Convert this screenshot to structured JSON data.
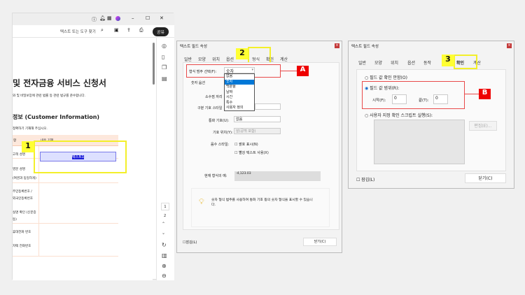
{
  "app": {
    "search_placeholder": "텍스트 또는 도구 찾기",
    "share_label": "공유",
    "doc_title": "및 전자금융 서비스 신청서",
    "doc_subtitle": "와 및 비밀보장에 관련 법률 등 관련 법규를 준수합니다.",
    "section_title": "정보 (Customer Information)",
    "section_desc": "정확하기 기재해 주십시오.",
    "table_header": [
      "항",
      "내용 기재"
    ],
    "rows": [
      "고객 성명",
      "영문 성명",
      "(여권과 동일하게)",
      "주민등록번호 /",
      "외국인등록번호",
      "실명 확인 (신분증",
      "등)",
      "휴대전화 번호",
      "자택 전화번호"
    ],
    "field_label": "텍스트1",
    "pages": [
      "1",
      "2"
    ]
  },
  "badges": {
    "one": "1",
    "two": "2",
    "three": "3",
    "a": "A",
    "b": "B"
  },
  "dialog_format": {
    "title": "텍스트 필드 속성",
    "tabs": [
      "일반",
      "모양",
      "위치",
      "옵션",
      "형식",
      "확인",
      "계산"
    ],
    "category_label": "형식 범주 선택(F):",
    "category_value": "숫자",
    "dropdown_options": [
      "없음",
      "숫자",
      "백분율",
      "날짜",
      "시간",
      "특수",
      "사용자 정의"
    ],
    "number_options_label": "숫자 옵션",
    "decimal_label": "소수점 자리",
    "separator_label": "구분 기호 스타일",
    "currency_label": "통화 기호(U):",
    "currency_value": "없음",
    "symbol_pos_label": "기호 위치(Y):",
    "symbol_pos_value": "앞(공백 포함)",
    "negative_label": "음수 스타일:",
    "paren_label": "괄호 표시(N)",
    "red_label": "빨강 텍스트 사용(X)",
    "example_label": "현재 형식의 예:",
    "example_value": "-4,123.03",
    "tip": "숫자 형식 범주를 사용하여 통화 기호 등의 숫자 형식을 표시할 수 있습니다.",
    "lock_label": "잠김(L)",
    "close_label": "닫기(C)"
  },
  "dialog_validate": {
    "title": "텍스트 필드 속성",
    "tabs": [
      "일반",
      "모양",
      "위치",
      "옵션",
      "동작",
      "확인",
      "계산"
    ],
    "opt_none": "필드 값 확인 안함(O)",
    "opt_range": "필드 값 범위(R):",
    "from_label": "시작(F):",
    "from_value": "0",
    "to_label": "끝(T):",
    "to_value": "0",
    "opt_script": "사용자 지정 확인 스크립트 실행(S):",
    "edit_label": "편집(E)...",
    "lock_label": "잠김(L)",
    "close_label": "닫기(C)"
  }
}
